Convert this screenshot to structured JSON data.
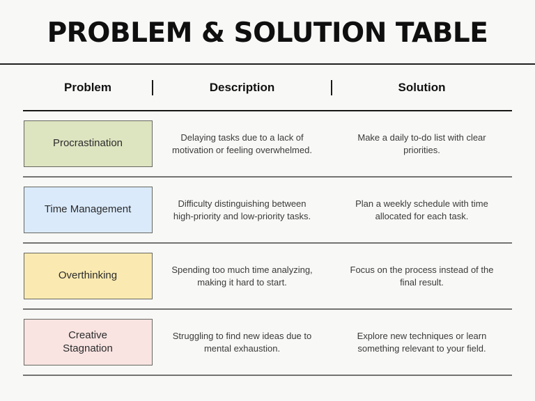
{
  "page": {
    "title": "PROBLEM & SOLUTION TABLE",
    "background_color": "#f8f8f6",
    "line_color_dark": "#1a1a1a",
    "line_color_gray": "#737373"
  },
  "table": {
    "headers": [
      {
        "label": "Problem"
      },
      {
        "label": "Description"
      },
      {
        "label": "Solution"
      }
    ],
    "rows": [
      {
        "problem": "Procrastination",
        "problem_box_color": "#dde4c0",
        "description": "Delaying tasks due to a lack of motivation or feeling overwhelmed.",
        "solution": "Make a daily to-do list with clear priorities."
      },
      {
        "problem": "Time Management",
        "problem_box_color": "#daeafb",
        "description": "Difficulty distinguishing between high-priority and low-priority tasks.",
        "solution": "Plan a weekly schedule with time allocated for each task."
      },
      {
        "problem": "Overthinking",
        "problem_box_color": "#faeab1",
        "description": "Spending too much time analyzing, making it hard to start.",
        "solution": "Focus on the process instead of the final result."
      },
      {
        "problem": "Creative Stagnation",
        "problem_box_color": "#f9e4e2",
        "description": "Struggling to find new ideas due to mental exhaustion.",
        "solution": "Explore new techniques or learn something relevant to your field."
      }
    ]
  }
}
